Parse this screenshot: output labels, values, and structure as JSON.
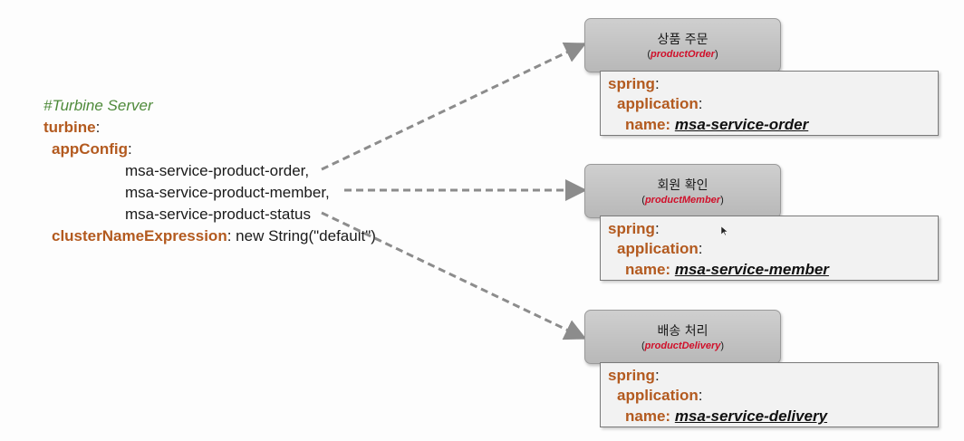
{
  "turbine_config": {
    "comment": "#Turbine Server",
    "turbine_key": "turbine",
    "appconfig_key": "appConfig",
    "apps": [
      "msa-service-product-order,",
      "msa-service-product-member,",
      "msa-service-product-status"
    ],
    "cluster_key": "clusterNameExpression",
    "cluster_value": " new String(\"default\")",
    "colon": ":"
  },
  "services": [
    {
      "title": "상품 주문",
      "id": "productOrder",
      "spring": "spring",
      "application": "application",
      "name_key": "name",
      "name_value": "msa-service-order"
    },
    {
      "title": "회원 확인",
      "id": "productMember",
      "spring": "spring",
      "application": "application",
      "name_key": "name",
      "name_value": "msa-service-member"
    },
    {
      "title": "배송 처리",
      "id": "productDelivery",
      "spring": "spring",
      "application": "application",
      "name_key": "name",
      "name_value": "msa-service-delivery"
    }
  ],
  "colors": {
    "key": "#b35a1f",
    "comment": "#4e8a3a",
    "id": "#d0102a",
    "arrow": "#8c8c8c"
  }
}
